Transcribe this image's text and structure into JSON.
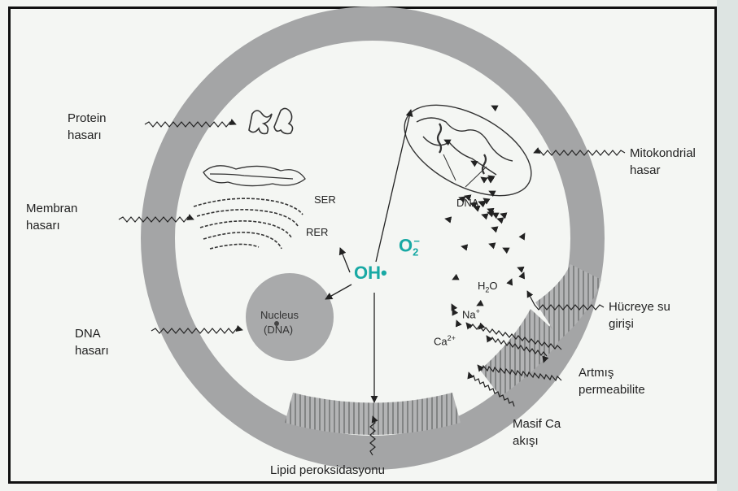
{
  "labels": {
    "protein_1": "Protein",
    "protein_2": "hasarı",
    "membrane_1": "Membran",
    "membrane_2": "hasarı",
    "dna_1": "DNA",
    "dna_2": "hasarı",
    "mito_1": "Mitokondrial",
    "mito_2": "hasar",
    "water_1": "Hücreye su",
    "water_2": "girişi",
    "perm_1": "Artmış",
    "perm_2": "permeabilite",
    "ca_1": "Masif Ca",
    "ca_2": "akışı",
    "lipid": "Lipid peroksidasyonu",
    "ser": "SER",
    "rer": "RER",
    "dna_mito": "DNA",
    "nucleus_1": "Nucleus",
    "nucleus_2": "(DNA)",
    "oh": "OH•",
    "o2": "O",
    "o2_sub": "2",
    "o2_sup": "−",
    "h2o": "H",
    "h2o_sub": "2",
    "h2o_end": "O",
    "na": "Na",
    "na_sup": "+",
    "ca": "Ca",
    "ca_sup": "2+"
  },
  "colors": {
    "ring": "#a4a5a6",
    "nucleus": "#a9aaab",
    "radical": "#18a9a4",
    "ink": "#222222"
  }
}
